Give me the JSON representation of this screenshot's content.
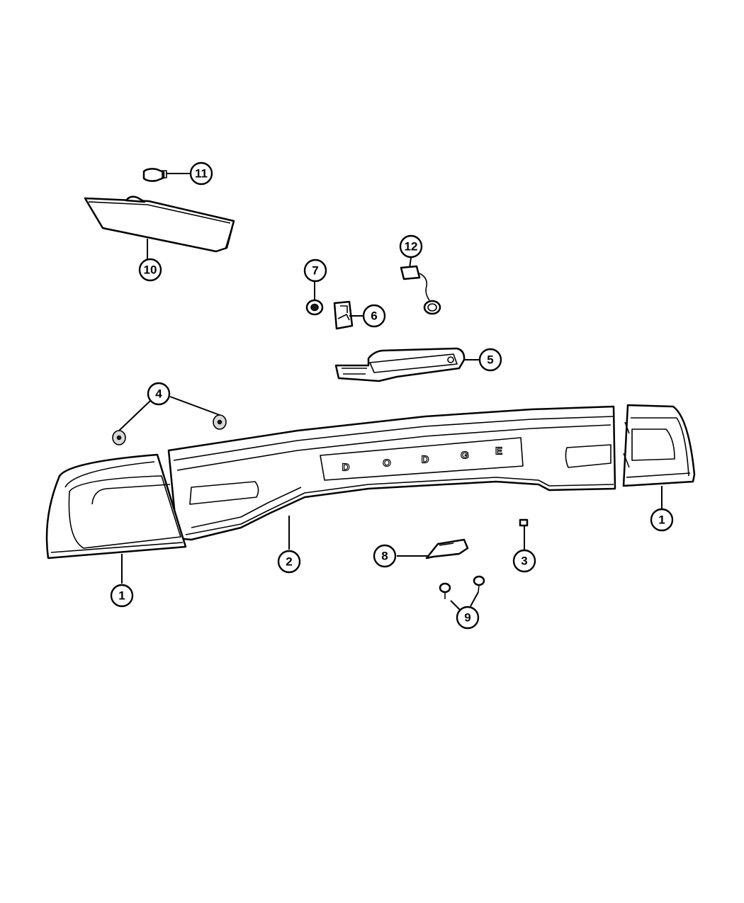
{
  "callouts": {
    "c1a": "1",
    "c1b": "1",
    "c2": "2",
    "c3": "3",
    "c4": "4",
    "c5": "5",
    "c6": "6",
    "c7": "7",
    "c8": "8",
    "c9": "9",
    "c10": "10",
    "c11": "11",
    "c12": "12"
  },
  "badge_letters": [
    "D",
    "O",
    "D",
    "G",
    "E"
  ]
}
